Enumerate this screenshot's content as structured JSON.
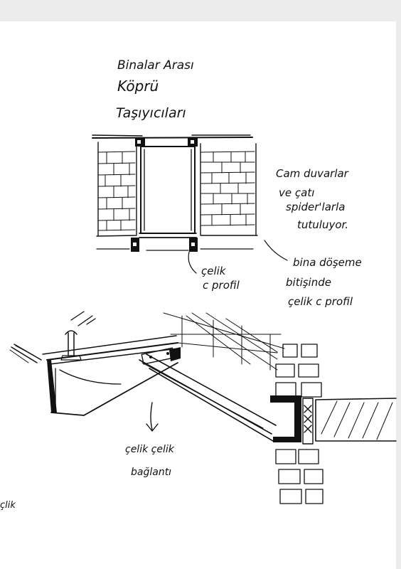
{
  "sketch": {
    "title": [
      "Binalar Arası",
      "Köprü",
      "Taşıyıcıları"
    ],
    "notes": {
      "glass": [
        "Cam duvarlar",
        "ve çatı",
        "spider'larla",
        "tutuluyor."
      ],
      "c_profile": [
        "çelik",
        "c profil"
      ],
      "slab_profile": [
        "bina döşeme",
        "bitişinde",
        "çelik c profil"
      ],
      "connection": [
        "çelik çelik",
        "bağlantı"
      ],
      "margin": "çlik"
    }
  }
}
